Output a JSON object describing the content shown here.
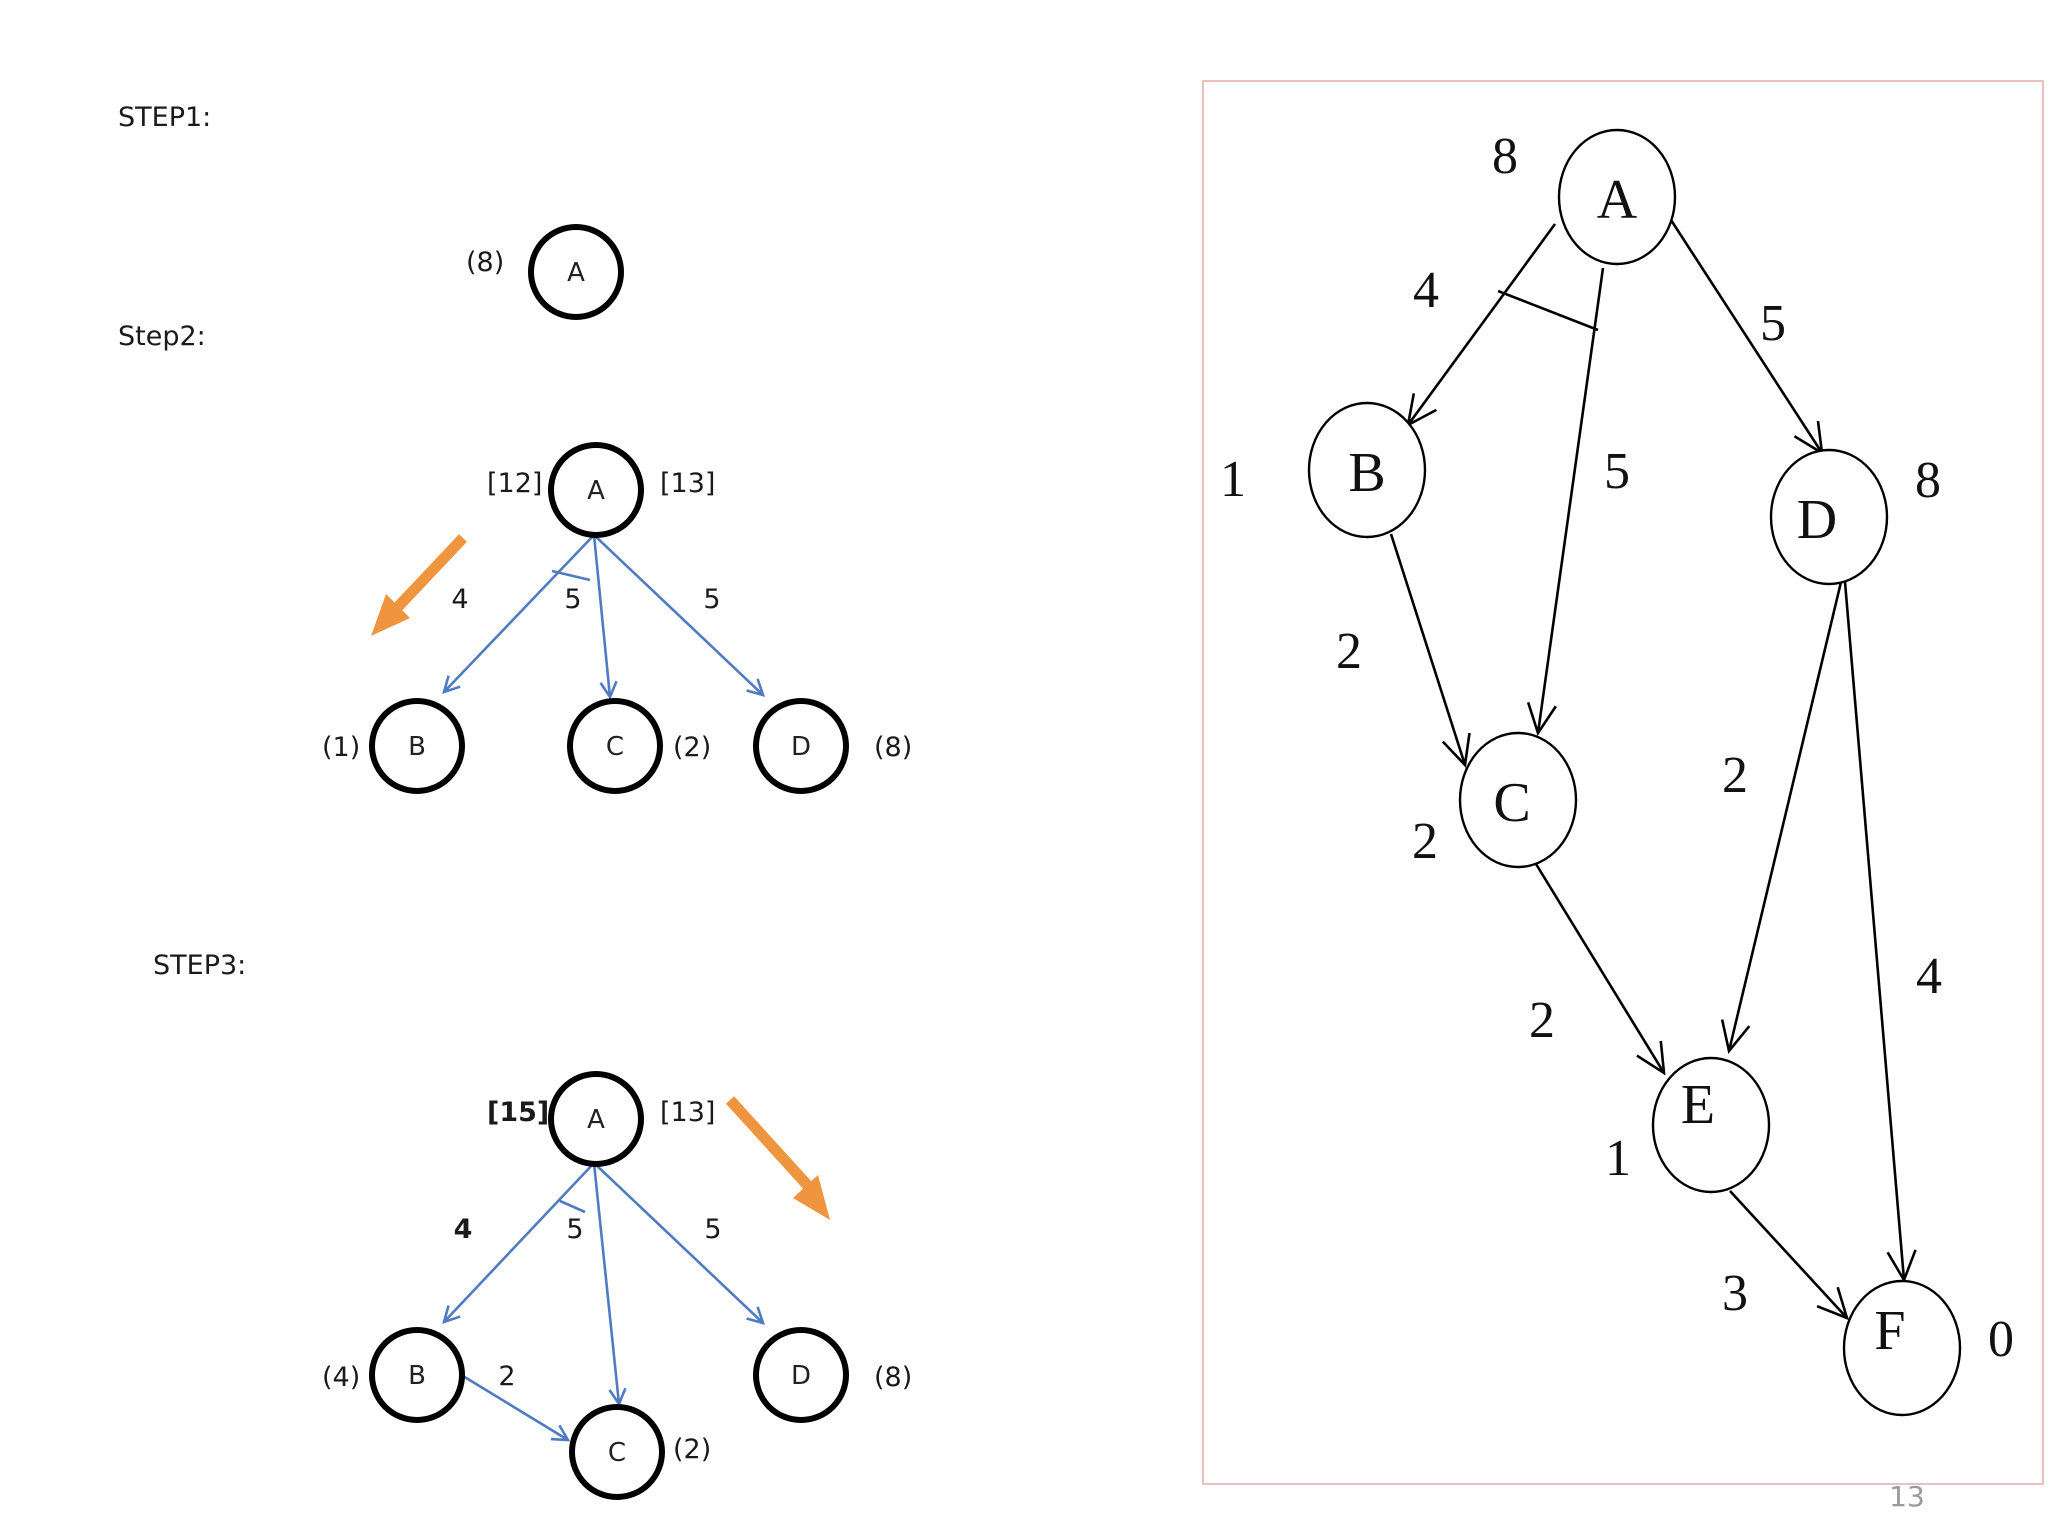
{
  "labels": {
    "step1": "STEP1:",
    "step2": "Step2:",
    "step3": "STEP3:"
  },
  "step1": {
    "node": "A",
    "cost": "(8)"
  },
  "step2": {
    "nodes": {
      "A": "A",
      "B": "B",
      "C": "C",
      "D": "D"
    },
    "root_left_cost": "[12]",
    "root_right_cost": "[13]",
    "edge_ab": "4",
    "edge_ac": "5",
    "edge_ad": "5",
    "b_cost": "(1)",
    "c_cost": "(2)",
    "d_cost": "(8)"
  },
  "step3": {
    "nodes": {
      "A": "A",
      "B": "B",
      "C": "C",
      "D": "D"
    },
    "root_left_cost": "[15]",
    "root_right_cost": "[13]",
    "edge_ab": "4",
    "edge_ac": "5",
    "edge_ad": "5",
    "edge_bc": "2",
    "b_cost": "(4)",
    "c_cost": "(2)",
    "d_cost": "(8)"
  },
  "graph": {
    "nodes": {
      "A": {
        "label": "A",
        "h": "8"
      },
      "B": {
        "label": "B",
        "h": "1"
      },
      "C": {
        "label": "C",
        "h": "2"
      },
      "D": {
        "label": "D",
        "h": "8"
      },
      "E": {
        "label": "E",
        "h": "1"
      },
      "F": {
        "label": "F",
        "h": "0"
      }
    },
    "edges": {
      "ab": "4",
      "ac": "5",
      "ad": "5",
      "bc": "2",
      "ce": "2",
      "de": "2",
      "df": "4",
      "ef": "3"
    }
  },
  "page_number": "13",
  "colors": {
    "edge_blue": "#4f7cc1",
    "arrow_orange": "#f0953f",
    "frame_red": "#e8b0b0"
  }
}
